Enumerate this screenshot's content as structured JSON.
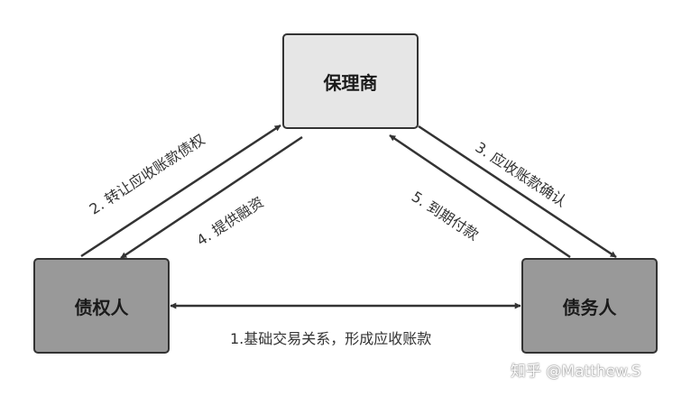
{
  "nodes": {
    "factor": "保理商",
    "creditor": "债权人",
    "debtor": "债务人"
  },
  "edges": {
    "basic_transaction": "1.基础交易关系，形成应收账款",
    "transfer_receivables": "2. 转让应收账款债权",
    "confirm_receivables": "3. 应收账款确认",
    "provide_financing": "4. 提供融资",
    "pay_at_maturity": "5. 到期付款"
  },
  "watermark": "知乎 @Matthew.S"
}
